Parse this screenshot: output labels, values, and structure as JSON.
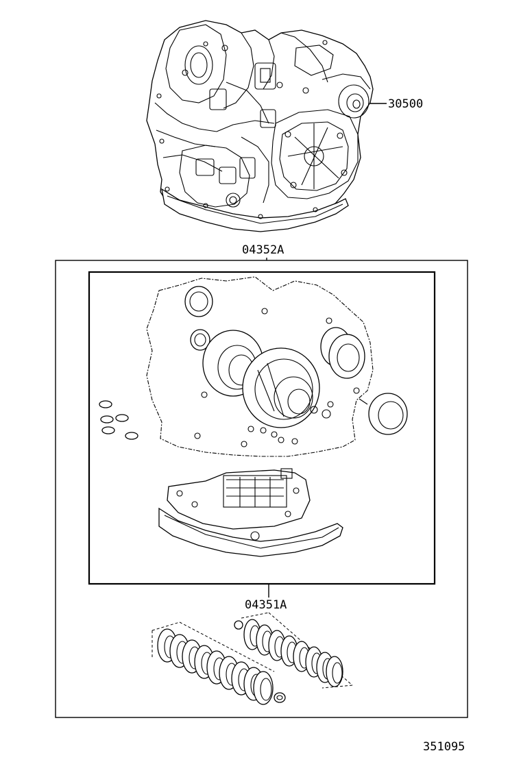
{
  "labels": {
    "transaxle_assy": "30500",
    "overhaul_kit": "04352A",
    "gasket_kit": "04351A",
    "illustration_number": "351095"
  }
}
